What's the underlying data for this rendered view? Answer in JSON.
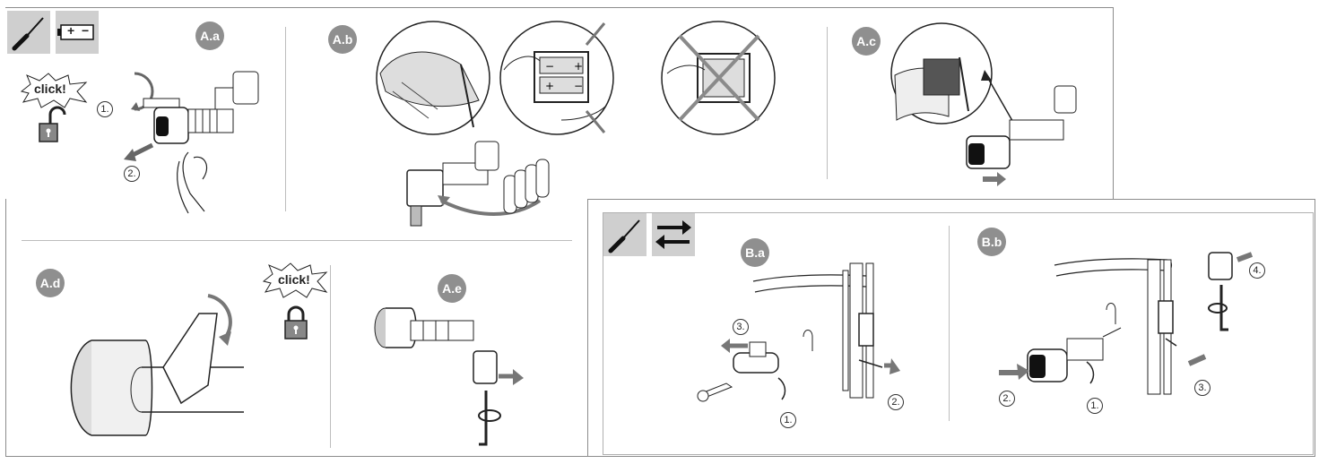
{
  "sections": {
    "a_a": {
      "label": "A.a",
      "click": "click!",
      "steps": [
        "1.",
        "2."
      ]
    },
    "a_b": {
      "label": "A.b"
    },
    "a_c": {
      "label": "A.c"
    },
    "a_d": {
      "label": "A.d",
      "click": "click!"
    },
    "a_e": {
      "label": "A.e"
    },
    "b_a": {
      "label": "B.a",
      "steps": [
        "3.",
        "2.",
        "1."
      ]
    },
    "b_b": {
      "label": "B.b",
      "steps": [
        "4.",
        "2.",
        "1.",
        "3."
      ]
    }
  },
  "battery_signs": {
    "plus": "+",
    "minus": "−"
  },
  "colors": {
    "badge": "#8f8f8f",
    "tile": "#cfcfcf",
    "border": "#8c8c8c",
    "arrow": "#6b6b6b"
  }
}
